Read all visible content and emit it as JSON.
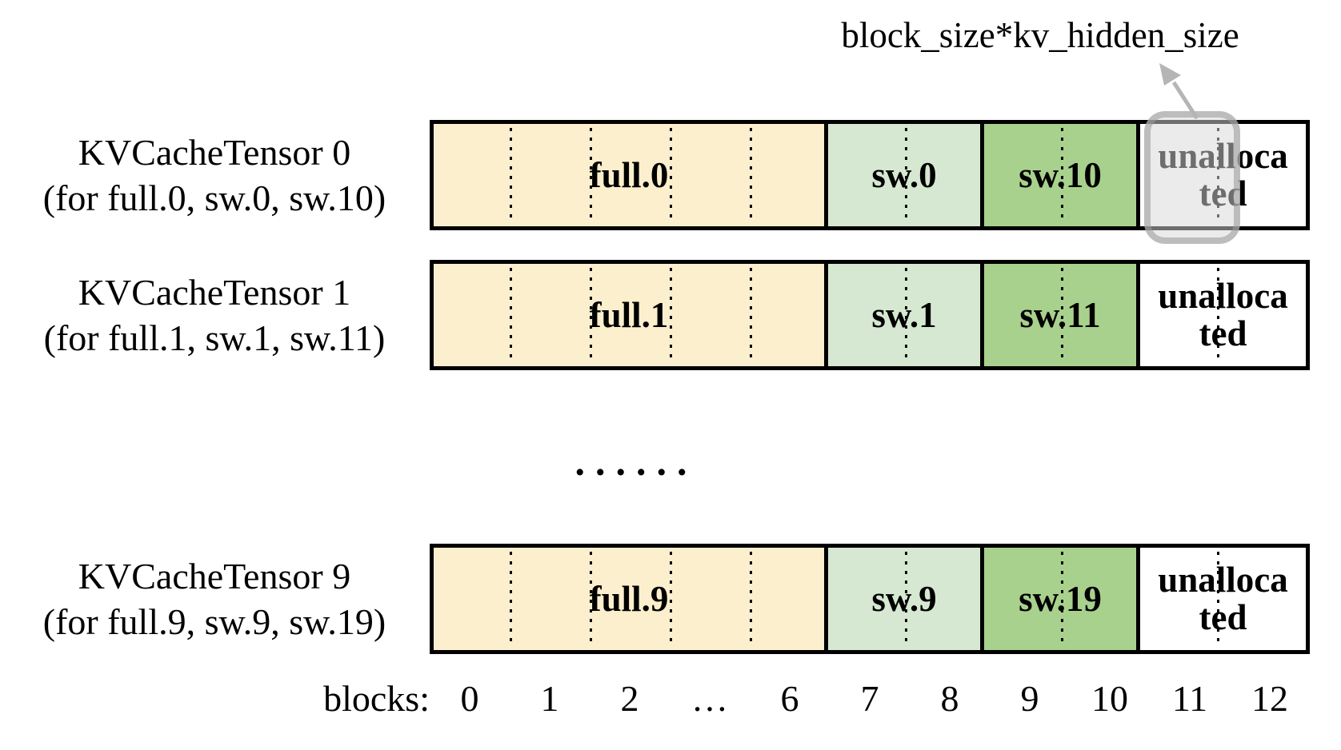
{
  "annotation": {
    "label": "block_size*kv_hidden_size",
    "target": "unallocated block 11 of KVCacheTensor 0"
  },
  "rows": [
    {
      "name": "KVCacheTensor 0",
      "subtitle": "(for full.0, sw.0, sw.10)",
      "segments": {
        "full": "full.0",
        "sw_a": "sw.0",
        "sw_b": "sw.10",
        "unallocated_line1": "unalloca",
        "unallocated_line2": "ted"
      },
      "highlighted": true
    },
    {
      "name": "KVCacheTensor 1",
      "subtitle": "(for full.1, sw.1, sw.11)",
      "segments": {
        "full": "full.1",
        "sw_a": "sw.1",
        "sw_b": "sw.11",
        "unallocated_line1": "unalloca",
        "unallocated_line2": "ted"
      },
      "highlighted": false
    },
    {
      "name": "KVCacheTensor 9",
      "subtitle": "(for full.9, sw.9, sw.19)",
      "segments": {
        "full": "full.9",
        "sw_a": "sw.9",
        "sw_b": "sw.19",
        "unallocated_line1": "unalloca",
        "unallocated_line2": "ted"
      },
      "highlighted": false
    }
  ],
  "ellipsis": "......",
  "axis": {
    "label": "blocks:",
    "ticks": [
      "0",
      "1",
      "2",
      "…",
      "6",
      "7",
      "8",
      "9",
      "10",
      "11",
      "12"
    ]
  },
  "colors": {
    "full_fill": "#FCEFCE",
    "sw_fill": "#D6E8D1",
    "sw1x_fill": "#A9D18E",
    "unallocated_fill": "#FFFFFF",
    "border": "#000000",
    "highlight_fill": "#D8D8D8",
    "highlight_border": "#9B9B9B",
    "arrow": "#B5B5B5"
  }
}
